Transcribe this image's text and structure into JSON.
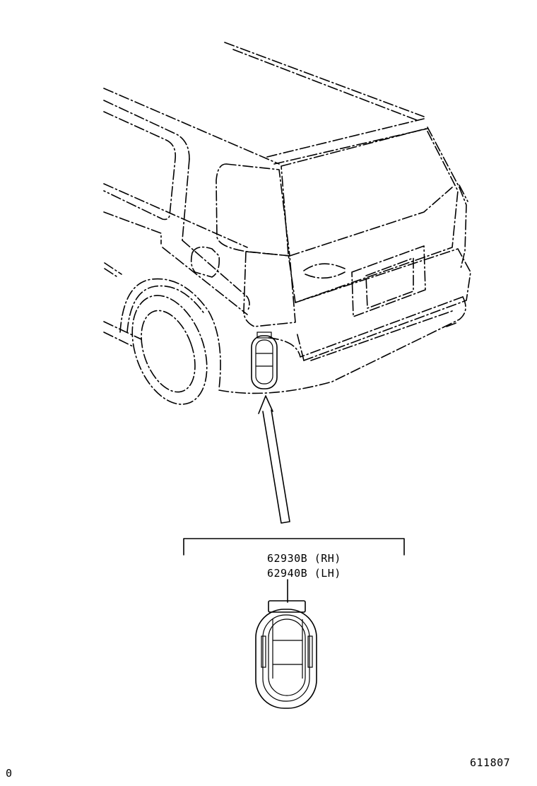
{
  "callout": {
    "part_rh": "62930B (RH)",
    "part_lh": "62940B (LH)"
  },
  "footer": {
    "page_marker": "0",
    "illustration_number": "611807"
  }
}
